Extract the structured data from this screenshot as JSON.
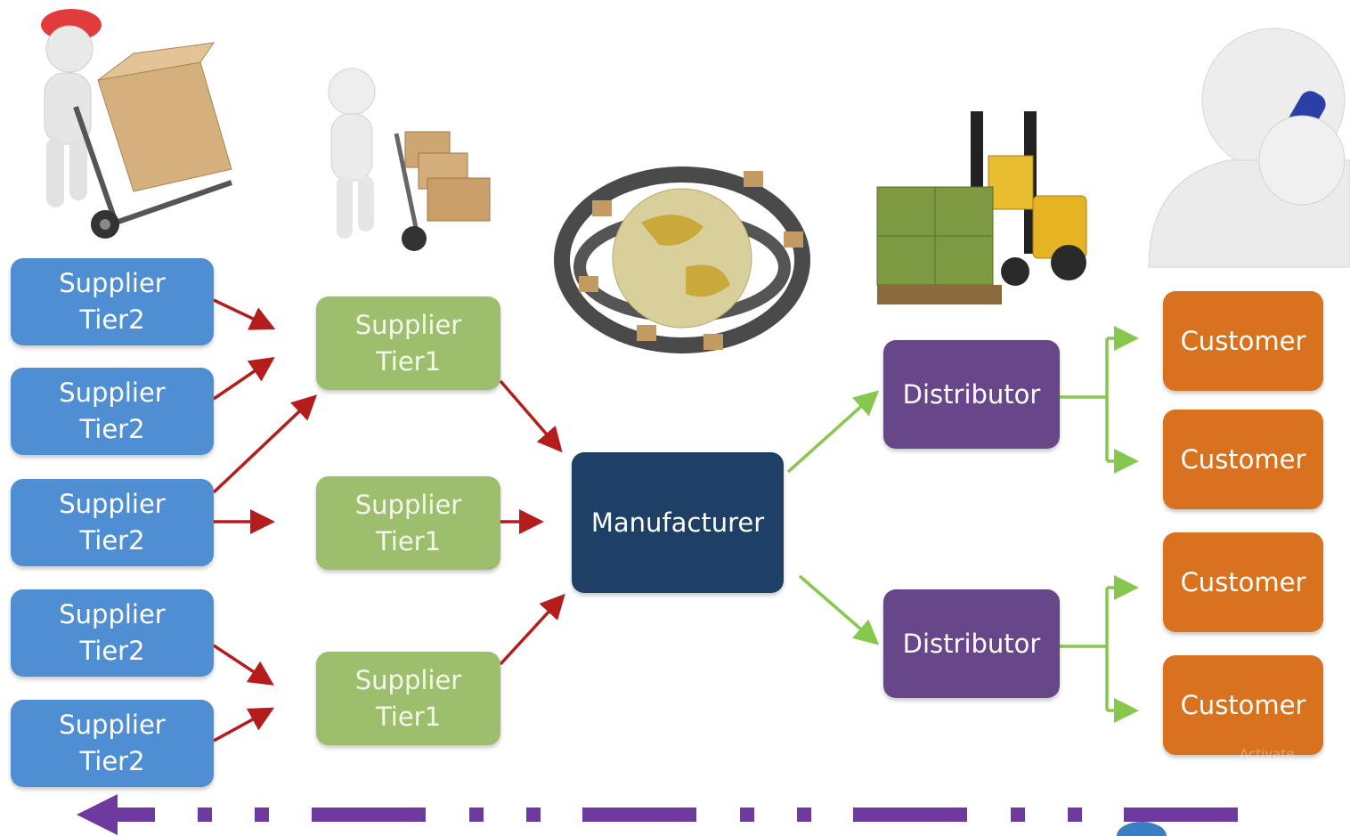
{
  "diagram": {
    "supplier_tier2": [
      {
        "line1": "Supplier",
        "line2": "Tier2"
      },
      {
        "line1": "Supplier",
        "line2": "Tier2"
      },
      {
        "line1": "Supplier",
        "line2": "Tier2"
      },
      {
        "line1": "Supplier",
        "line2": "Tier2"
      },
      {
        "line1": "Supplier",
        "line2": "Tier2"
      }
    ],
    "supplier_tier1": [
      {
        "line1": "Supplier",
        "line2": "Tier1"
      },
      {
        "line1": "Supplier",
        "line2": "Tier1"
      },
      {
        "line1": "Supplier",
        "line2": "Tier1"
      }
    ],
    "manufacturer": "Manufacturer",
    "distributors": [
      "Distributor",
      "Distributor"
    ],
    "customers": [
      "Customer",
      "Customer",
      "Customer",
      "Customer"
    ],
    "watermark": "Activate",
    "illustrations": [
      "delivery-person-with-hand-truck-icon",
      "delivery-person-with-boxes-icon",
      "globe-conveyor-icon",
      "forklift-with-pallet-icon",
      "person-on-phone-icon"
    ],
    "colors": {
      "tier2": "#4f8ed2",
      "tier1": "#9dbf6d",
      "manufacturer": "#1e3f66",
      "distributor": "#68468a",
      "customer": "#d8721e",
      "supply_arrow": "#b51c1c",
      "distribution_arrow": "#86c84e",
      "return_arrow": "#6e3aa0"
    }
  }
}
